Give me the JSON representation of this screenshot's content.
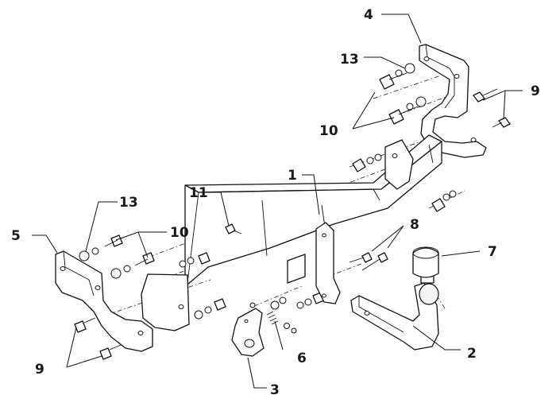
{
  "diagram": {
    "callouts": [
      {
        "id": "c1",
        "text": "1"
      },
      {
        "id": "c2",
        "text": "2"
      },
      {
        "id": "c3",
        "text": "3"
      },
      {
        "id": "c4",
        "text": "4"
      },
      {
        "id": "c5",
        "text": "5"
      },
      {
        "id": "c6",
        "text": "6"
      },
      {
        "id": "c7",
        "text": "7"
      },
      {
        "id": "c8",
        "text": "8"
      },
      {
        "id": "c9a",
        "text": "9"
      },
      {
        "id": "c9b",
        "text": "9"
      },
      {
        "id": "c10a",
        "text": "10"
      },
      {
        "id": "c10b",
        "text": "10"
      },
      {
        "id": "c11",
        "text": "11"
      },
      {
        "id": "c13a",
        "text": "13"
      },
      {
        "id": "c13b",
        "text": "13"
      }
    ]
  }
}
